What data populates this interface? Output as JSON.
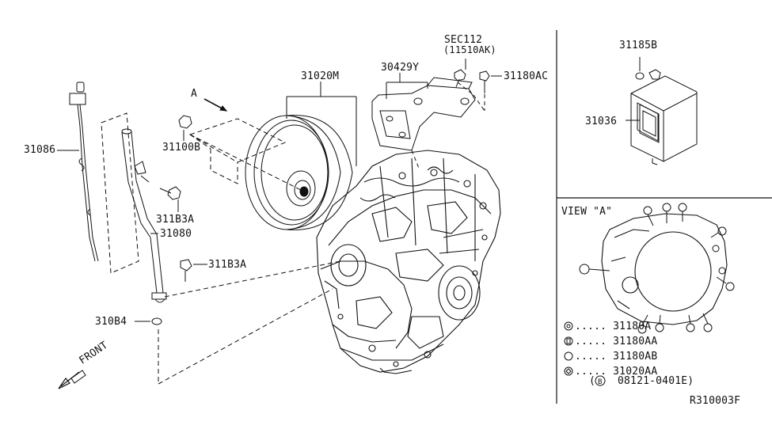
{
  "labels": {
    "sec112": "SEC112",
    "sec112_sub": "(11510AK)",
    "p30429y": "30429Y",
    "p31180ac": "31180AC",
    "p31020m": "31020M",
    "view_a_arrow": "A",
    "p31100b": "31100B",
    "p31086": "31086",
    "p311b3a_upper": "311B3A",
    "p31080": "31080",
    "p311b3a_lower": "311B3A",
    "p310b4": "310B4",
    "front": "FRONT",
    "p31185b": "31185B",
    "p31036": "31036",
    "view_a_title": "VIEW \"A\"",
    "ref_code": "R310003F"
  },
  "legend": [
    {
      "symbol": "a",
      "text": "..... 31180A"
    },
    {
      "symbol": "b",
      "text": "..... 31180AA"
    },
    {
      "symbol": "c",
      "text": "..... 31180AB"
    },
    {
      "symbol": "d",
      "text": "..... 31020AA"
    }
  ],
  "legend_note": {
    "symbol": "B",
    "text": "08121-0401E)"
  },
  "legend_note_prefix": "("
}
